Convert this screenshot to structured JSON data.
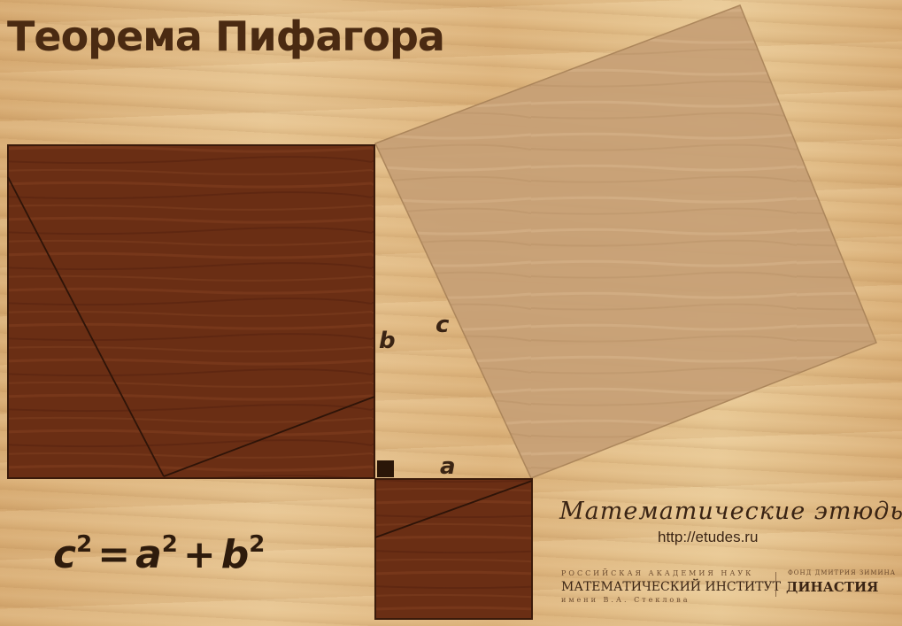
{
  "title": "Теорема Пифагора",
  "labels": {
    "a": "a",
    "b": "b",
    "c": "c"
  },
  "formula": {
    "lhs": "c",
    "exp": "2",
    "eq": "=",
    "term1": "a",
    "plus": "+",
    "term2": "b"
  },
  "series": {
    "title": "Математические этюды",
    "url": "http://etudes.ru"
  },
  "logos": {
    "academy": "РОССИЙСКАЯ АКАДЕМИЯ НАУК",
    "institute": "МАТЕМАТИЧЕСКИЙ ИНСТИТУТ",
    "institute_sub": "имени В.А. Стеклова",
    "fund": "ФОНД ДМИТРИЯ ЗИМИНА",
    "dynasty": "ДИНАСТИЯ"
  },
  "colors": {
    "dark_wood": "#6a2e14",
    "dark_wood_edge": "#3a1a0a",
    "light_square": "#c9a277",
    "text_brown": "#4a2a12"
  }
}
